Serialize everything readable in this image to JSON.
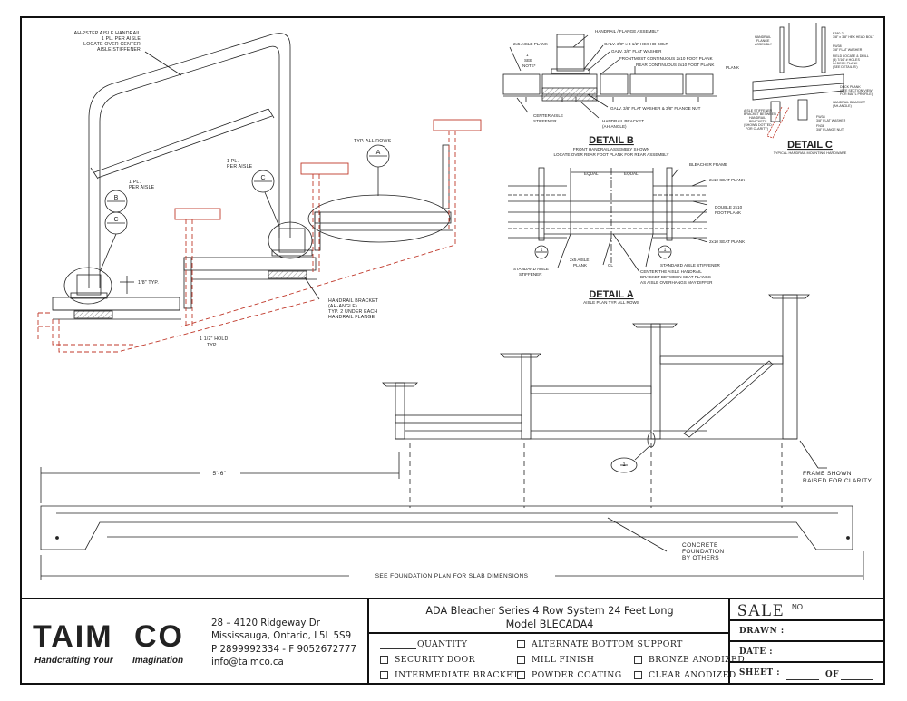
{
  "drawing": {
    "elevation_notes": {
      "handrail_callout": [
        "AH-2STEP AISLE HANDRAIL",
        "1 PL. PER AISLE",
        "LOCATE OVER CENTER",
        "AISLE STIFFENER"
      ],
      "per_aisle_left": [
        "1 PL.",
        "PER AISLE"
      ],
      "per_aisle_mid": [
        "1 PL.",
        "PER AISLE"
      ],
      "typ_all_rows": "TYP. ALL ROWS",
      "bracket_callout": [
        "HANDRAIL BRACKET",
        "(AH-ANGLE)",
        "TYP. 2 UNDER EACH",
        "HANDRAIL FLANGE"
      ],
      "gap_dim": "1/8\" TYP.",
      "hold_dim": [
        "1 1/2\" HOLD",
        "TYP."
      ],
      "bubble_a": "A",
      "bubble_b": "B",
      "bubble_c_left": "C",
      "bubble_c_mid": "C"
    },
    "detail_b": {
      "title": "DETAIL B",
      "subtitle_1": "FRONT HANDRAIL ASSEMBLY SHOWN",
      "subtitle_2": "LOCATE OVER REAR FOOT PLANK FOR REAR ASSEMBLY",
      "labels": {
        "handrail_flange": "HANDRAIL / FLANGE ASSEMBLY",
        "aisle_plank": "2x5 AISLE PLANK",
        "hex_bolt": "GALV. 3/8\" x 3 1/2\" HEX HD BOLT",
        "flat_washer": "GALV. 3/8\" FLAT WASHER",
        "frontmost_plank": "FRONTMOST CONTINUOUS 2x10 FOOT PLANK",
        "rear_plank": "REAR CONTINUOUS 2x10 FOOT PLANK",
        "see_note": [
          "1\"",
          "SEE",
          "NOTE*"
        ],
        "washer_nut": "GALV. 3/8\" FLAT WASHER & 3/8\" FLANGE NUT",
        "center_stiffener": [
          "CENTER AISLE",
          "STIFFENER"
        ],
        "bracket": [
          "HANDRAIL BRACKET",
          "(AH-ANGLE)"
        ]
      }
    },
    "detail_c": {
      "title": "DETAIL C",
      "subtitle": "TYPICAL HANDRAIL MOUNTING HARDWARE",
      "labels": {
        "flange_assembly": [
          "HANDRAIL",
          "FLANGE",
          "ASSEMBLY"
        ],
        "hex_bolt": [
          "B380-2",
          "3/8\" x 3/8\" HEX HEAD BOLT"
        ],
        "flat_washer": [
          "FW38",
          "3/8\" FLAT WASHER"
        ],
        "field_locate": [
          "FIELD LOCATE & DRILL",
          "(4) 7/16\" # HOLES",
          "IN DECK PLANK",
          "(SEE DETAIL 'B')"
        ],
        "deck_plank": [
          "DECK PLANK",
          "(SEE SECTION VIEW",
          "FOR MAT'L PROFILE)"
        ],
        "handrail_bracket": [
          "HANDRAIL BRACKET",
          "(AH-ANGLE)"
        ],
        "aisle_stiffener": [
          "AISLE STIFFENER",
          "BRACKET BETWEEN",
          "HANDRAIL",
          "BRACKETS",
          "(SHOWN DOTTED",
          "FOR CLARITY)"
        ],
        "washer2": [
          "FW38",
          "3/8\" FLAT WASHER"
        ],
        "flange_nut": [
          "FN38",
          "3/8\" FLANGE NUT"
        ],
        "plank": "PLANK"
      }
    },
    "detail_a": {
      "title": "DETAIL A",
      "subtitle": "AISLE PLAN TYP. ALL ROWS",
      "labels": {
        "equal_1": "EQUAL",
        "equal_2": "EQUAL",
        "bleacher_frame": "BLEACHER FRAME",
        "seat_plank_top": "2x10 SEAT PLANK",
        "double_foot": [
          "DOUBLE 2x10",
          "FOOT PLANK"
        ],
        "seat_plank_bottom": "2x10 SEAT PLANK",
        "std_stiffener_left": [
          "STANDARD AISLE",
          "STIFFENER"
        ],
        "aisle_plank": [
          "2x5 AISLE",
          "PLANK"
        ],
        "center_note": [
          "CENTER THE AISLE HANDRAIL",
          "BRACKET BETWEEN SEAT PLANKS",
          "AS AISLE OVERHANGS MAY DIFFER"
        ],
        "std_stiffener_right": "STANDARD AISLE STIFFENER",
        "centerline": "CL",
        "bubble": "1"
      }
    },
    "frame": {
      "dim_5_6": "5'-6\"",
      "frame_note": [
        "FRAME SHOWN",
        "RAISED FOR CLARITY"
      ],
      "concrete_note": [
        "CONCRETE",
        "FOUNDATION",
        "BY OTHERS"
      ],
      "slab_note": "SEE FOUNDATION PLAN FOR SLAB DIMENSIONS",
      "bubble": "1"
    },
    "colors": {
      "line": "#222222",
      "red_dashed": "#c0392b",
      "logo_green": "#8dc63f",
      "logo_blue": "#2b7cc4"
    }
  },
  "title_block": {
    "logo": {
      "green_text": "TAIM",
      "blue_text": "CO",
      "tagline_green": "Handcrafting Your",
      "tagline_blue": "Imagination"
    },
    "address": {
      "line1": "28 – 4120 Ridgeway Dr",
      "line2": "Mississauga, Ontario, L5L 5S9",
      "line3": "P 2899992334 - F 9052672777",
      "line4": "info@taimco.ca"
    },
    "project": {
      "title_line1": "ADA Bleacher Series 4 Row System 24 Feet Long",
      "title_line2": "Model BLECADA4"
    },
    "options": {
      "quantity": "QUANTITY",
      "security_door": "SECURITY DOOR",
      "intermediate_bracket": "INTERMEDIATE BRACKET",
      "alternate_bottom_support": "ALTERNATE BOTTOM SUPPORT",
      "mill_finish": "MILL FINISH",
      "powder_coating": "POWDER COATING",
      "bronze_anodized": "BRONZE ANODIZED",
      "clear_anodized": "CLEAR ANODIZED"
    },
    "sale": {
      "sale_label": "SALE",
      "no_label": "NO.",
      "drawn_label": "DRAWN :",
      "date_label": "DATE :",
      "sheet_label": "SHEET :",
      "of_label": "OF"
    }
  }
}
